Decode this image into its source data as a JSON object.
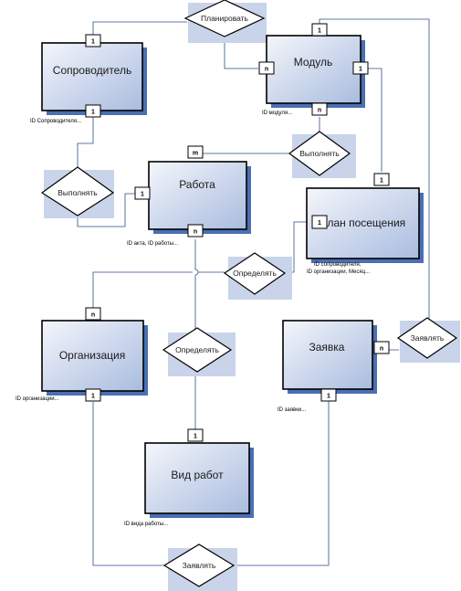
{
  "entities": {
    "soprovoditel": {
      "title": "Сопроводитель",
      "key": "ID Сопроводителя...",
      "card_top": "1",
      "card_bottom": "1"
    },
    "modul": {
      "title": "Модуль",
      "key": "ID модуля...",
      "card_top": "1",
      "card_left": "n",
      "card_right": "1",
      "card_bottom": "n"
    },
    "rabota": {
      "title": "Работа",
      "key": "ID акта, ID работы...",
      "card_top": "m",
      "card_left": "1",
      "card_bottom": "n"
    },
    "plan": {
      "title": "План посещения",
      "key_line1": "ID сопроводителя,",
      "key_line2": "ID организации, Месяц...",
      "card_top": "1",
      "card_left": "1"
    },
    "organizaciya": {
      "title": "Организация",
      "key": "ID организации...",
      "card_top": "n",
      "card_bottom": "1"
    },
    "zayavka": {
      "title": "Заявка",
      "key": "ID заявки...",
      "card_right": "n",
      "card_bottom": "1"
    },
    "vid_rabot": {
      "title": "Вид работ",
      "key": "ID вида работы...",
      "card_top": "1"
    }
  },
  "relationships": {
    "planirovat": "Планировать",
    "vypolnyat_left": "Выполнять",
    "vypolnyat_right": "Выполнять",
    "opredelyat_plan": "Определять",
    "opredelyat_vid": "Определять",
    "zayavlyat_right": "Заявлять",
    "zayavlyat_bottom": "Заявлять"
  },
  "colors": {
    "entity_fill_light": "#f4f6fb",
    "entity_fill_dark": "#a9bcdf",
    "shadow": "#4a6fb3",
    "connector": "#2e4f86",
    "relationship_shadow": "#c9d4ea"
  }
}
